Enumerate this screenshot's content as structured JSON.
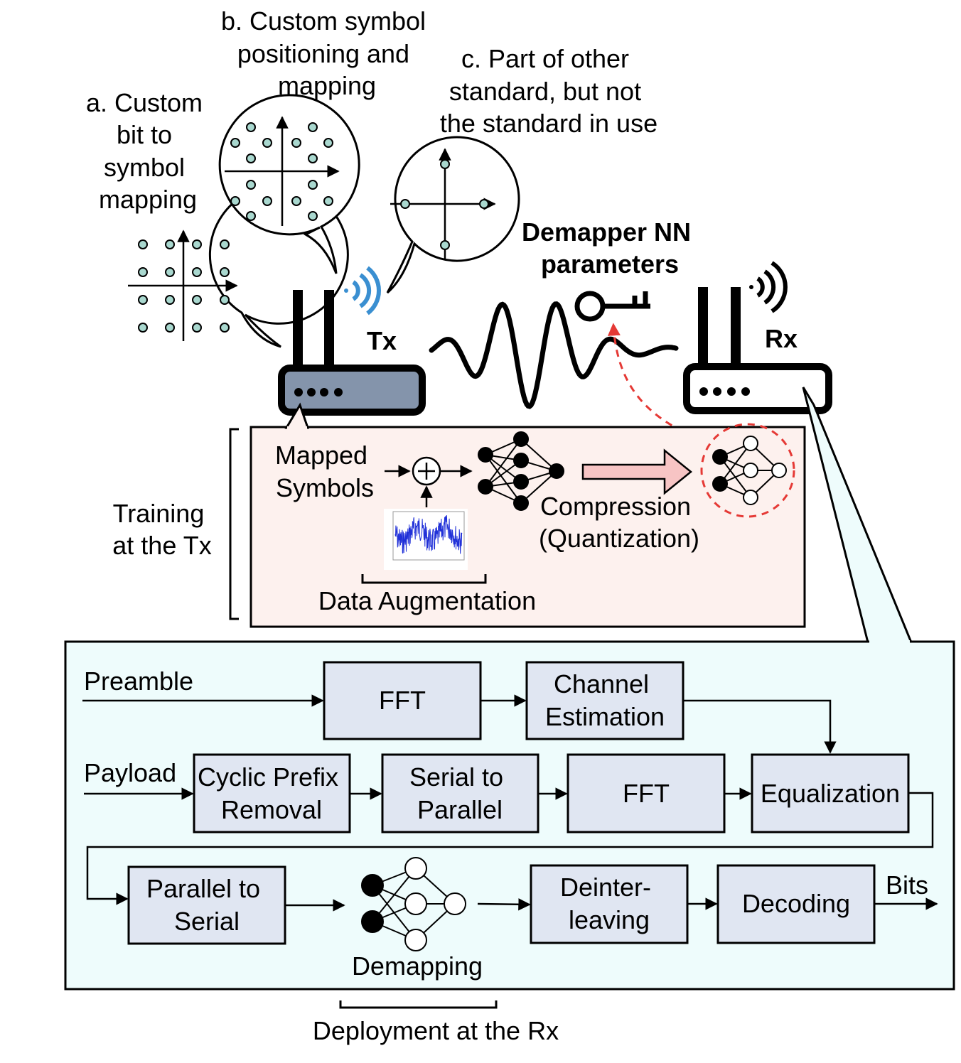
{
  "labels": {
    "a": [
      "a. Custom",
      "bit to",
      "symbol",
      "mapping"
    ],
    "b": [
      "b. Custom symbol",
      "positioning and",
      "mapping"
    ],
    "c": [
      "c. Part of other",
      "standard, but not",
      "the standard in use"
    ],
    "demapper_params": [
      "Demapper NN",
      "parameters"
    ],
    "tx": "Tx",
    "rx": "Rx",
    "training": [
      "Training",
      "at the Tx"
    ],
    "mapped_symbols": [
      "Mapped",
      "Symbols"
    ],
    "compression": [
      "Compression",
      "(Quantization)"
    ],
    "data_augmentation": "Data Augmentation",
    "preamble": "Preamble",
    "payload": "Payload",
    "bits": "Bits",
    "demapping": "Demapping",
    "deployment": "Deployment at the Rx"
  },
  "blocks": {
    "fft1": [
      "FFT"
    ],
    "channel_estimation": [
      "Channel",
      "Estimation"
    ],
    "cyclic_prefix": [
      "Cyclic Prefix",
      "Removal"
    ],
    "serial_to_parallel": [
      "Serial to",
      "Parallel"
    ],
    "fft2": [
      "FFT"
    ],
    "equalization": [
      "Equalization"
    ],
    "parallel_to_serial": [
      "Parallel to",
      "Serial"
    ],
    "deinterleaving": [
      "Deinter-",
      "leaving"
    ],
    "decoding": [
      "Decoding"
    ]
  },
  "colors": {
    "block_fill": "#e0e6f2",
    "rx_panel": "#eefcfc",
    "training_panel": "#fdf1ee",
    "router_tx": "#8494ab",
    "constellation_dot": "#a9d8cf",
    "wifi_blue": "#3a8fd1",
    "compression_arrow": "#f7c4c4",
    "red_dashed": "#e53935"
  }
}
